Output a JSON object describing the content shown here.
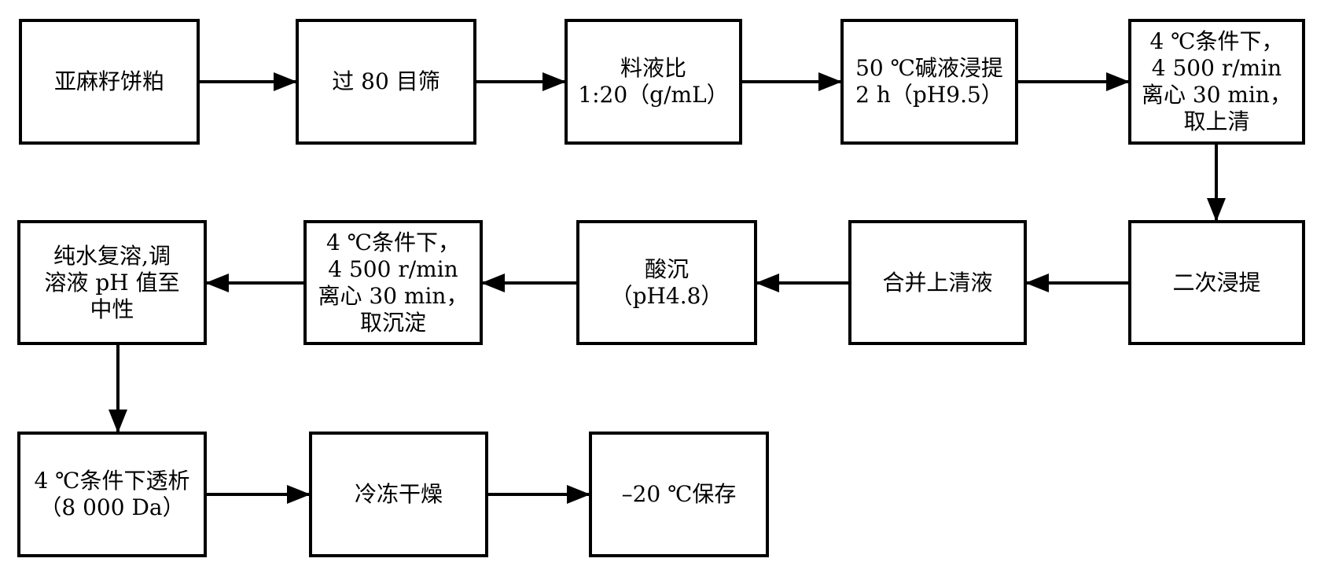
{
  "steps": [
    {
      "lines": [
        "亚麻籽饼粕"
      ]
    },
    {
      "lines": [
        "过 80 目筛"
      ]
    },
    {
      "lines": [
        "料液比",
        "1:20（g/mL）"
      ]
    },
    {
      "lines": [
        "50 ℃碱液浸提",
        "2 h（pH9.5）"
      ]
    },
    {
      "lines": [
        "4 ℃条件下，",
        "4 500 r/min",
        "离心 30 min，",
        "取上清"
      ]
    },
    {
      "lines": [
        "二次浸提"
      ]
    },
    {
      "lines": [
        "合并上清液"
      ]
    },
    {
      "lines": [
        "酸沉",
        "（pH4.8）"
      ]
    },
    {
      "lines": [
        "4 ℃条件下，",
        "4 500 r/min",
        "离心 30 min，",
        "取沉淀"
      ]
    },
    {
      "lines": [
        "纯水复溶,调",
        "溶液 pH 值至",
        "中性"
      ]
    },
    {
      "lines": [
        "4 ℃条件下透析",
        "（8 000 Da）"
      ]
    },
    {
      "lines": [
        "冷冻干燥"
      ]
    },
    {
      "lines": [
        "–20 ℃保存"
      ]
    }
  ]
}
